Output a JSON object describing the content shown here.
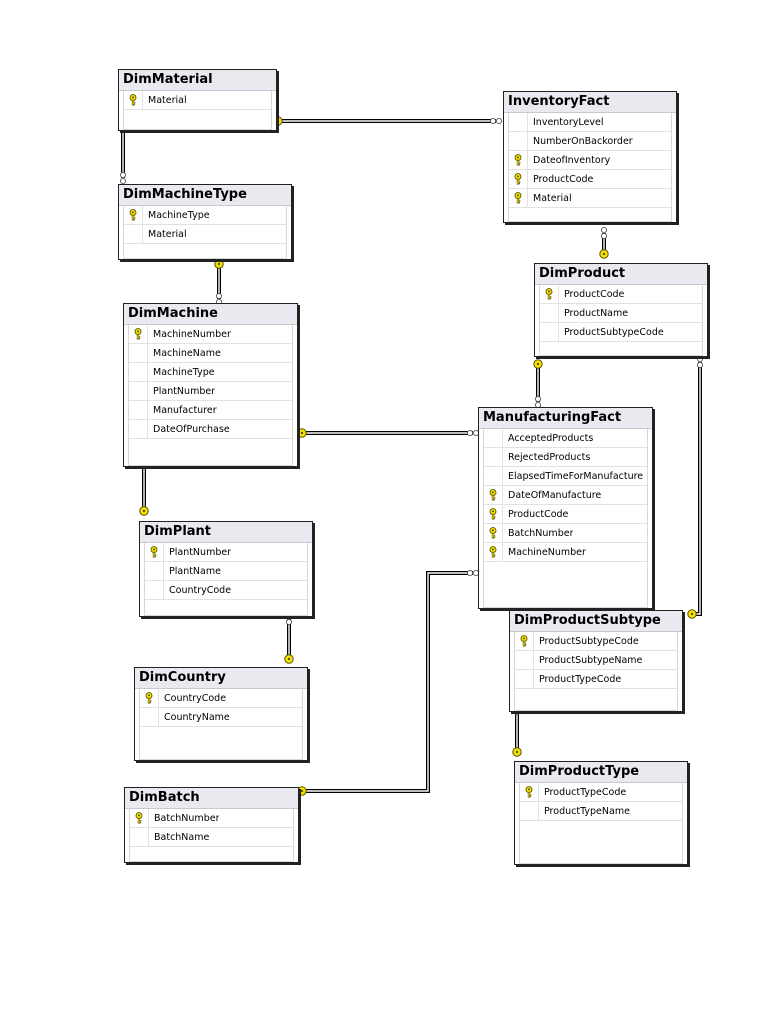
{
  "diagram": {
    "tables": [
      {
        "id": "dimmaterial",
        "name": "DimMaterial",
        "fields": [
          {
            "name": "Material",
            "key": true
          }
        ]
      },
      {
        "id": "inventoryfact",
        "name": "InventoryFact",
        "fields": [
          {
            "name": "InventoryLevel",
            "key": false
          },
          {
            "name": "NumberOnBackorder",
            "key": false
          },
          {
            "name": "DateofInventory",
            "key": true
          },
          {
            "name": "ProductCode",
            "key": true
          },
          {
            "name": "Material",
            "key": true
          }
        ]
      },
      {
        "id": "dimmachinetype",
        "name": "DimMachineType",
        "fields": [
          {
            "name": "MachineType",
            "key": true
          },
          {
            "name": "Material",
            "key": false
          }
        ]
      },
      {
        "id": "dimproduct",
        "name": "DimProduct",
        "fields": [
          {
            "name": "ProductCode",
            "key": true
          },
          {
            "name": "ProductName",
            "key": false
          },
          {
            "name": "ProductSubtypeCode",
            "key": false
          }
        ]
      },
      {
        "id": "dimmachine",
        "name": "DimMachine",
        "fields": [
          {
            "name": "MachineNumber",
            "key": true
          },
          {
            "name": "MachineName",
            "key": false
          },
          {
            "name": "MachineType",
            "key": false
          },
          {
            "name": "PlantNumber",
            "key": false
          },
          {
            "name": "Manufacturer",
            "key": false
          },
          {
            "name": "DateOfPurchase",
            "key": false
          }
        ]
      },
      {
        "id": "manufacturingfact",
        "name": "ManufacturingFact",
        "fields": [
          {
            "name": "AcceptedProducts",
            "key": false
          },
          {
            "name": "RejectedProducts",
            "key": false
          },
          {
            "name": "ElapsedTimeForManufacture",
            "key": false
          },
          {
            "name": "DateOfManufacture",
            "key": true
          },
          {
            "name": "ProductCode",
            "key": true
          },
          {
            "name": "BatchNumber",
            "key": true
          },
          {
            "name": "MachineNumber",
            "key": true
          }
        ]
      },
      {
        "id": "dimplant",
        "name": "DimPlant",
        "fields": [
          {
            "name": "PlantNumber",
            "key": true
          },
          {
            "name": "PlantName",
            "key": false
          },
          {
            "name": "CountryCode",
            "key": false
          }
        ]
      },
      {
        "id": "dimproductsubtype",
        "name": "DimProductSubtype",
        "fields": [
          {
            "name": "ProductSubtypeCode",
            "key": true
          },
          {
            "name": "ProductSubtypeName",
            "key": false
          },
          {
            "name": "ProductTypeCode",
            "key": false
          }
        ]
      },
      {
        "id": "dimcountry",
        "name": "DimCountry",
        "fields": [
          {
            "name": "CountryCode",
            "key": true
          },
          {
            "name": "CountryName",
            "key": false
          }
        ]
      },
      {
        "id": "dimproducttype",
        "name": "DimProductType",
        "fields": [
          {
            "name": "ProductTypeCode",
            "key": true
          },
          {
            "name": "ProductTypeName",
            "key": false
          }
        ]
      },
      {
        "id": "dimbatch",
        "name": "DimBatch",
        "fields": [
          {
            "name": "BatchNumber",
            "key": true
          },
          {
            "name": "BatchName",
            "key": false
          }
        ]
      }
    ],
    "relationships": [
      {
        "from": "dimmaterial",
        "to": "inventoryfact"
      },
      {
        "from": "dimmaterial",
        "to": "dimmachinetype"
      },
      {
        "from": "dimmachinetype",
        "to": "dimmachine"
      },
      {
        "from": "dimproduct",
        "to": "inventoryfact"
      },
      {
        "from": "dimproduct",
        "to": "manufacturingfact"
      },
      {
        "from": "dimproduct",
        "to": "dimproductsubtype"
      },
      {
        "from": "dimmachine",
        "to": "manufacturingfact"
      },
      {
        "from": "dimmachine",
        "to": "dimplant"
      },
      {
        "from": "dimplant",
        "to": "dimcountry"
      },
      {
        "from": "dimproductsubtype",
        "to": "dimproducttype"
      },
      {
        "from": "dimbatch",
        "to": "manufacturingfact"
      }
    ],
    "colors": {
      "key": "#f5e400",
      "key_outline": "#5a5200",
      "header": "#e9e9ef",
      "line": "#000000"
    },
    "icons": {
      "key_field": "primary-key-icon",
      "one_end": "key-endpoint-icon",
      "many_end": "infinity-endpoint-icon"
    }
  }
}
